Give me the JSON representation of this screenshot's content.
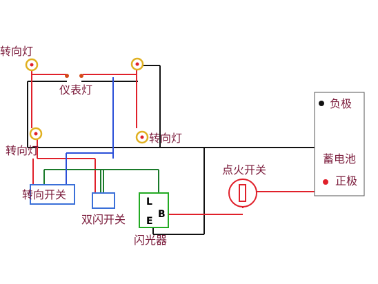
{
  "labels": {
    "turn_lamp_top": "转向灯",
    "instrument_lamp": "仪表灯",
    "turn_lamp_left": "转向灯",
    "turn_lamp_right": "转向灯",
    "turn_switch": "转向开关",
    "double_flash_switch": "双闪开关",
    "flasher": "闪光器",
    "ignition_switch": "点火开关",
    "battery": "蓄电池",
    "negative": "负极",
    "positive": "正极",
    "flasher_L": "L",
    "flasher_B": "B",
    "flasher_E": "E"
  },
  "colors": {
    "label_text": "#7a1a3a",
    "wire_red": "#e0202a",
    "wire_black": "#111111",
    "wire_green": "#1a7a2a",
    "wire_blue": "#2a4fd8",
    "lamp_outline": "#e0b020",
    "switch_box": "#3a6fd8",
    "flasher_box": "#22aa22"
  }
}
